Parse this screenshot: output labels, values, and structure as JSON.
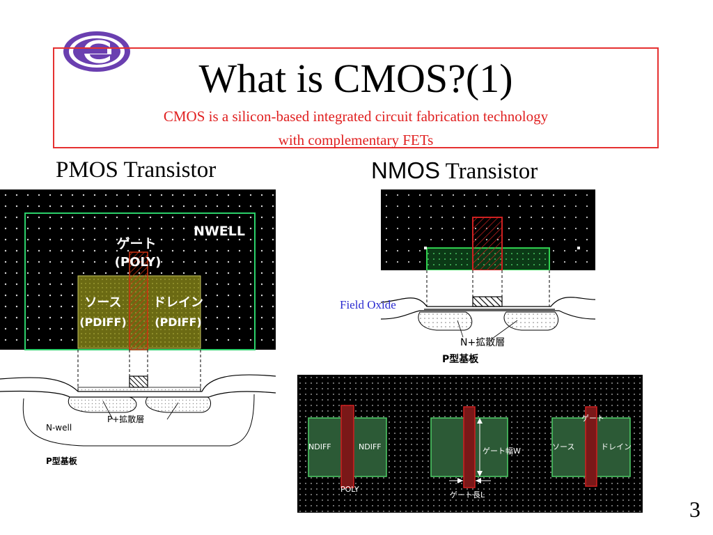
{
  "title": "What is CMOS?(1)",
  "subtitle_line1": "CMOS is a silicon-based integrated circuit fabrication technology",
  "subtitle_line2": "with complementary FETs",
  "pmos_label": "PMOS Transistor",
  "nmos_label_prefix": "NMOS",
  "nmos_label_suffix": " Transistor",
  "page_number": "3",
  "pmos": {
    "nwell": "NWELL",
    "gate_jp": "ゲート",
    "gate_poly": "(POLY)",
    "source_jp": "ソース",
    "source_pdiff": "(PDIFF)",
    "drain_jp": "ドレイン",
    "drain_pdiff": "(PDIFF)",
    "p_diffusion": "P+拡散層",
    "n_well": "N-well",
    "p_substrate": "P型基板"
  },
  "nmos": {
    "field_oxide": "Field Oxide",
    "n_diffusion": "N+拡散層",
    "p_substrate": "P型基板"
  },
  "layout": {
    "ndiff_left": "NDIFF",
    "ndiff_right": "NDIFF",
    "poly": "POLY",
    "gate_width": "ゲート幅W",
    "gate_length": "ゲート長L",
    "gate": "ゲート",
    "source": "ソース",
    "drain": "ドレイン"
  },
  "colors": {
    "title_border": "#e53030",
    "subtitle": "#e02020",
    "field_oxide": "#2a2ad0",
    "logo": "#6a3fb0"
  }
}
